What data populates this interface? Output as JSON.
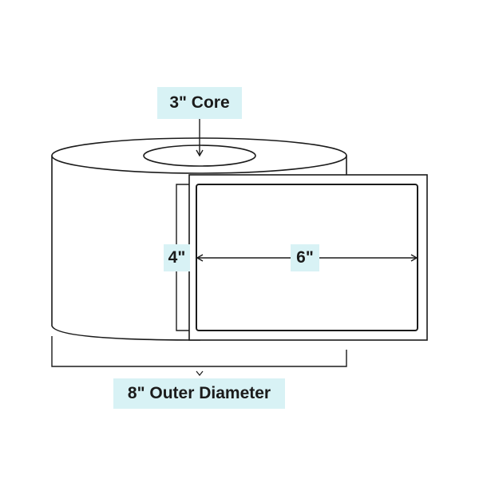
{
  "labels": {
    "core": "3\" Core",
    "height": "4\"",
    "width": "6\"",
    "outer_diameter": "8\" Outer Diameter"
  },
  "colors": {
    "label_background": "#d8f2f5",
    "line": "#1b1b1b",
    "background": "#ffffff"
  },
  "icons": {
    "core_arrow": "arrow-down-icon",
    "width_arrows": "double-arrow-horizontal-icon",
    "outer_indicator": "chevron-down-icon"
  }
}
